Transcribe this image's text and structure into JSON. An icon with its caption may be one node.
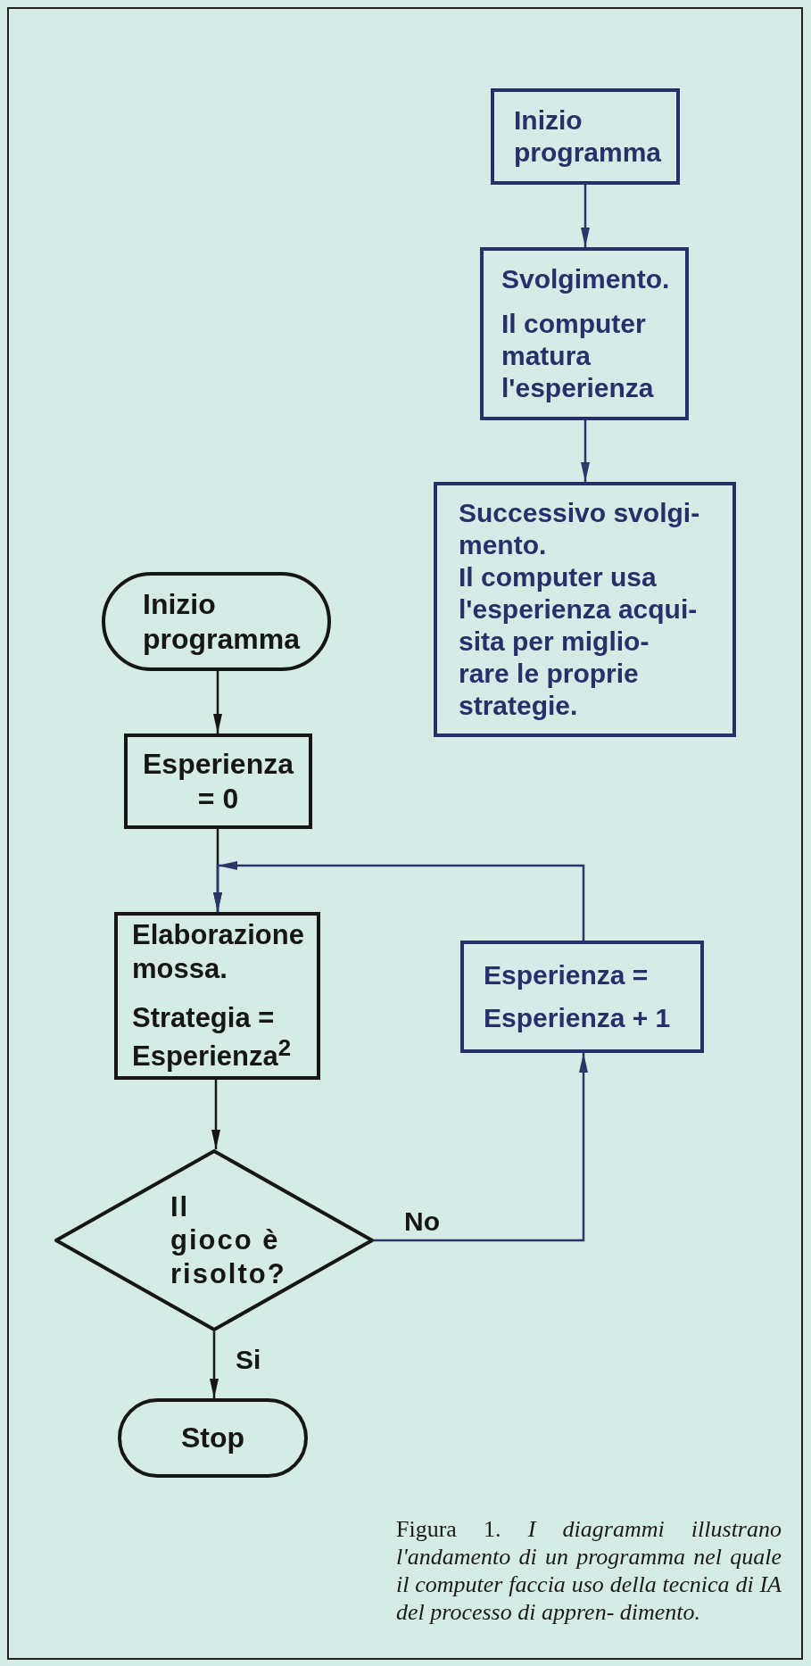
{
  "diagram": {
    "caption": "Figura 1. *I diagrammi illustrano l'andamento di un programma nel quale il computer faccia uso della tecnica di IA del processo di appren- dimento.*",
    "nodes": [
      {
        "text": [
          "Inizio programma"
        ]
      },
      {
        "text": [
          "Svolgimento.",
          "Il computer matura l'esperienza"
        ]
      },
      {
        "text": [
          "Successivo svolgi- mento.",
          "Il computer usa l'esperienza acqui- sita per miglio- rare le proprie strategie."
        ]
      },
      {
        "text": [
          "Inizio programma"
        ]
      },
      {
        "text": [
          "Esperienza = 0"
        ]
      },
      {
        "text": [
          "Elaborazione mossa.",
          "Strategia = Esperienza$^{2}$"
        ]
      },
      {
        "text": [
          "Esperienza = Esperienza + 1"
        ]
      },
      {
        "text": [
          "Il gioco è risolto?"
        ]
      },
      {
        "text": [
          "Stop"
        ]
      }
    ],
    "edges": [
      {
        "from": 0,
        "to": 1,
        "arrow": "to",
        "color": "#2b3568"
      },
      {
        "from": 1,
        "to": 2,
        "arrow": "to",
        "color": "#2b3568"
      },
      {
        "from": 3,
        "to": 4,
        "arrow": "to"
      },
      {
        "from": 4,
        "to": 5,
        "arrow": "to"
      },
      {
        "from": 5,
        "to": 7,
        "arrow": "to"
      },
      {
        "from": 7,
        "to": 6,
        "label": "No",
        "arrow": "to",
        "color": "#2b3568"
      },
      {
        "from": 6,
        "to": 5,
        "arrow": "to",
        "color": "#2b3568"
      },
      {
        "from": 7,
        "to": 8,
        "label": "Si",
        "arrow": "to"
      }
    ]
  }
}
